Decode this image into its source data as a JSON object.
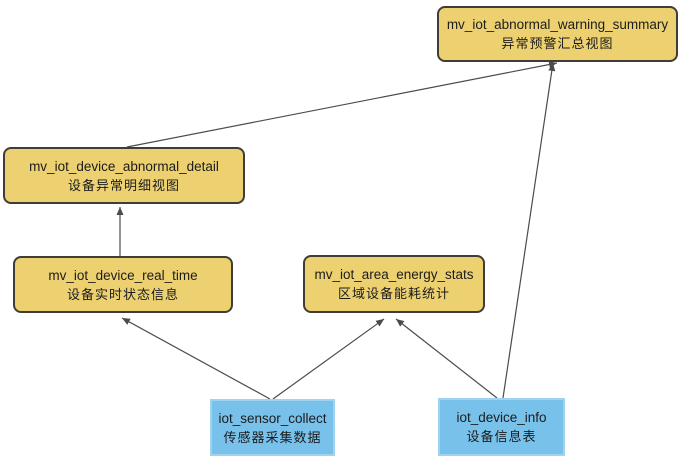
{
  "diagram": {
    "nodes": [
      {
        "id": "mv_iot_abnormal_warning_summary",
        "name": "mv_iot_abnormal_warning_summary",
        "label": "异常预警汇总视图",
        "type": "view"
      },
      {
        "id": "mv_iot_device_abnormal_detail",
        "name": "mv_iot_device_abnormal_detail",
        "label": "设备异常明细视图",
        "type": "view"
      },
      {
        "id": "mv_iot_device_real_time",
        "name": "mv_iot_device_real_time",
        "label": "设备实时状态信息",
        "type": "view"
      },
      {
        "id": "mv_iot_area_energy_stats",
        "name": "mv_iot_area_energy_stats",
        "label": "区域设备能耗统计",
        "type": "view"
      },
      {
        "id": "iot_sensor_collect",
        "name": "iot_sensor_collect",
        "label": "传感器采集数据",
        "type": "table"
      },
      {
        "id": "iot_device_info",
        "name": "iot_device_info",
        "label": "设备信息表",
        "type": "table"
      }
    ],
    "edges": [
      {
        "from": "mv_iot_device_abnormal_detail",
        "to": "mv_iot_abnormal_warning_summary"
      },
      {
        "from": "mv_iot_device_real_time",
        "to": "mv_iot_device_abnormal_detail"
      },
      {
        "from": "iot_sensor_collect",
        "to": "mv_iot_device_real_time"
      },
      {
        "from": "iot_sensor_collect",
        "to": "mv_iot_area_energy_stats"
      },
      {
        "from": "iot_device_info",
        "to": "mv_iot_area_energy_stats"
      },
      {
        "from": "iot_device_info",
        "to": "mv_iot_abnormal_warning_summary"
      }
    ]
  },
  "colors": {
    "background": "#ffffff",
    "view_fill": "#edd170",
    "view_border": "#3f3d36",
    "table_fill": "#77c1eb",
    "table_border": "#9fd3f0",
    "arrow": "#4b4b4b",
    "text": "#1c1c1c"
  }
}
